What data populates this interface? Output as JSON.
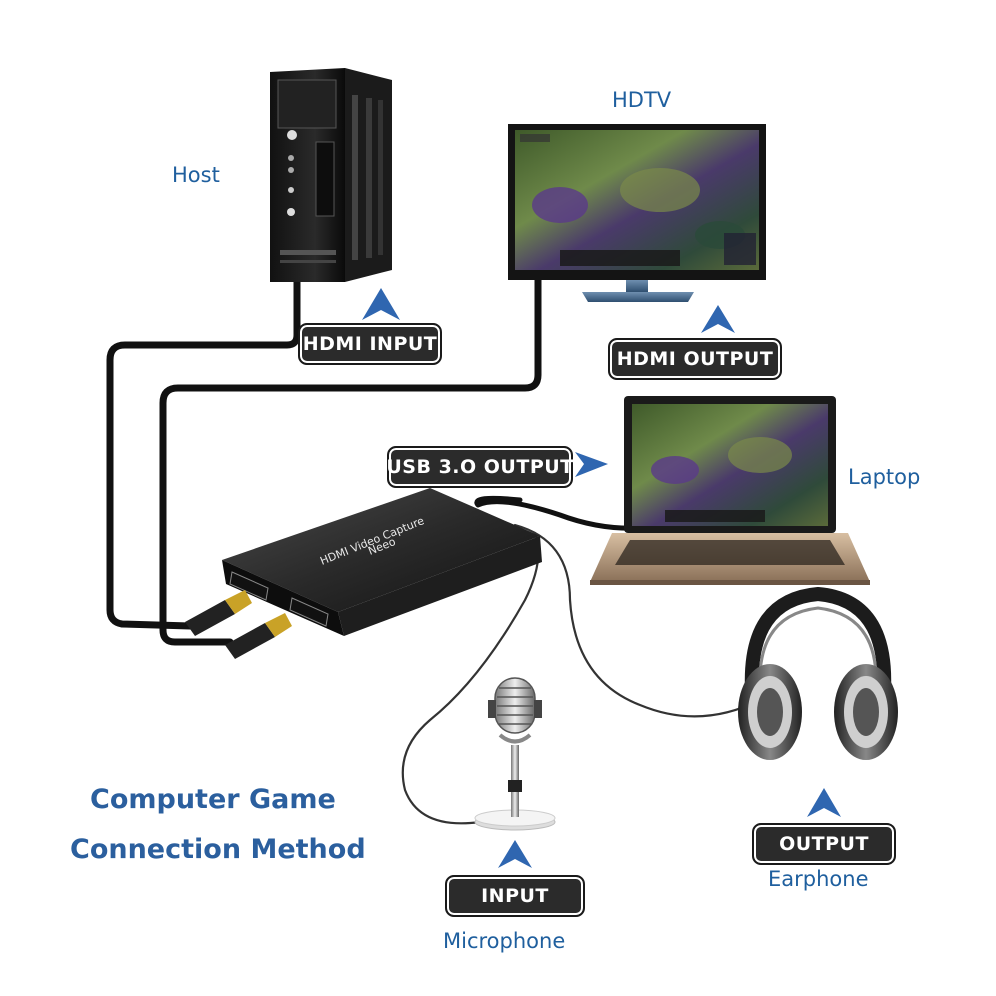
{
  "labels": {
    "host": "Host",
    "hdtv": "HDTV",
    "laptop": "Laptop",
    "microphone": "Microphone",
    "earphone": "Earphone"
  },
  "badges": {
    "hdmi_input": "HDMI  INPUT",
    "hdmi_output": "HDMI  OUTPUT",
    "usb_output": "USB 3.O OUTPUT",
    "input": "INPUT",
    "output": "OUTPUT"
  },
  "title": {
    "line1": "Computer Game",
    "line2": "Connection Method"
  },
  "device": {
    "name": "HDMI Video Capture"
  },
  "colors": {
    "label_blue": "#1f5f9e",
    "title_blue": "#2b5f9e",
    "arrow_blue": "#2f66b0",
    "badge_dark": "#2b2b2b"
  },
  "icons": [
    "desktop-tower-icon",
    "monitor-icon",
    "laptop-icon",
    "capture-card-icon",
    "microphone-icon",
    "headphones-icon",
    "arrow-up-icon",
    "arrow-right-icon"
  ]
}
